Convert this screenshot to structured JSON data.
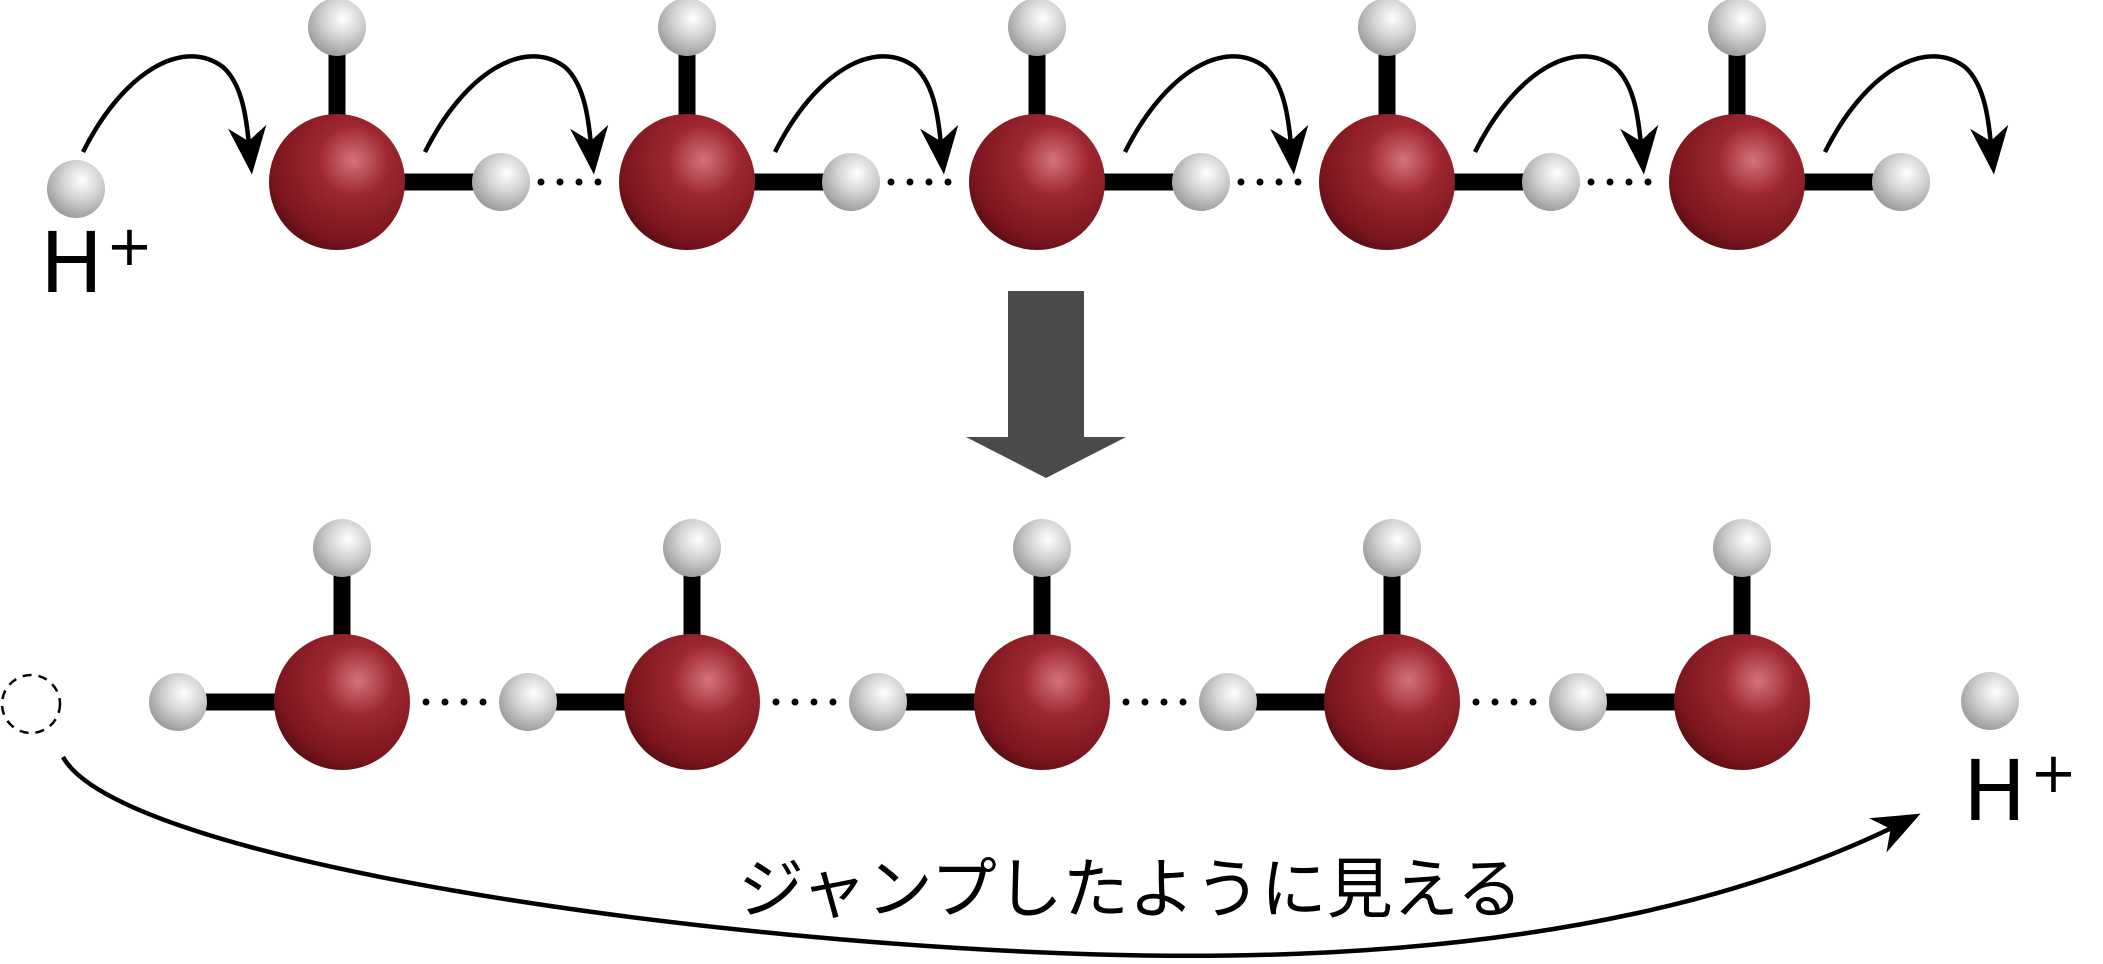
{
  "colors": {
    "oxygen": "#8b1a22",
    "hydrogen": "#c8c8c8",
    "bond": "#000000",
    "transition_arrow": "#4a4a4a",
    "text": "#000000"
  },
  "top_row": {
    "proton_label": "H",
    "proton_charge": "+",
    "molecule_count": 5,
    "hop_arrow_count": 6
  },
  "transition": {
    "icon": "down-arrow-icon"
  },
  "bottom_row": {
    "proton_label": "H",
    "proton_charge": "+",
    "molecule_count": 5,
    "vacancy_icon": "dashed-circle-icon",
    "caption": "ジャンプしたように見える"
  }
}
